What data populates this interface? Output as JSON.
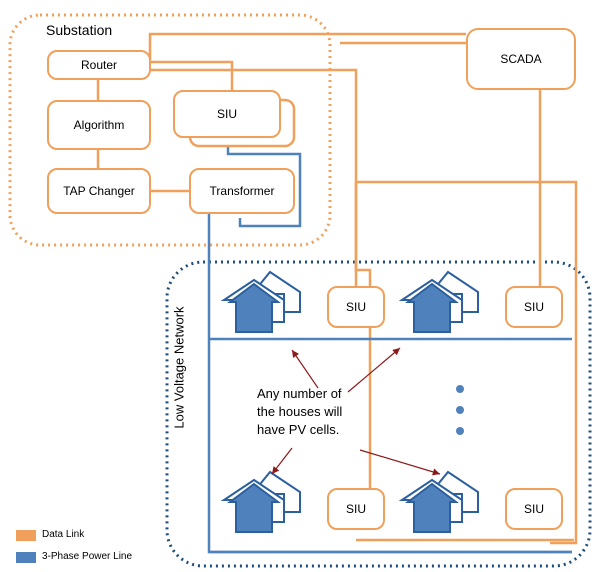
{
  "colors": {
    "data_link": "#f0a05a",
    "power_line": "#4f81bd",
    "house_fill": "#4f81bd",
    "house_outline": "#2c5f9e",
    "network_border": "#1f4e79",
    "annotation_arrow": "#8b1a1a"
  },
  "substation": {
    "title": "Substation"
  },
  "components": {
    "router": "Router",
    "algorithm": "Algorithm",
    "tap_changer": "TAP Changer",
    "siu_substation": "SIU",
    "transformer": "Transformer",
    "scada": "SCADA"
  },
  "network": {
    "title": "Low Voltage Network",
    "siu_labels": [
      "SIU",
      "SIU",
      "SIU",
      "SIU"
    ]
  },
  "annotation": {
    "line1": "Any number of",
    "line2": "the houses will",
    "line3": "have PV cells."
  },
  "legend": {
    "data_link": "Data Link",
    "power_line": "3-Phase Power Line"
  }
}
